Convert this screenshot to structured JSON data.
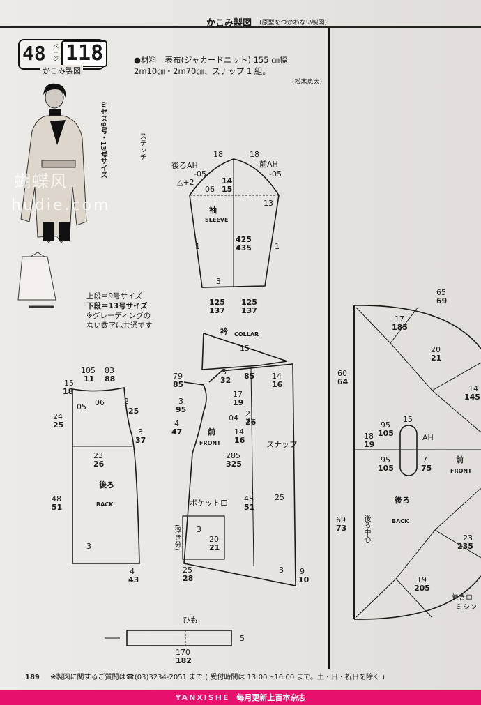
{
  "header": {
    "title": "かこみ製図",
    "subtitle": "(原型をつかわない製図)"
  },
  "badge": {
    "page_ref": "48",
    "page_unit": "ページ",
    "item_no": "118",
    "label": "かこみ製図"
  },
  "materials": {
    "line1": "●材料　表布(ジャカードニット) 155 ㎝幅",
    "line2": "2m10㎝・2m70㎝、スナップ 1 組。",
    "author": "(松木恵太)"
  },
  "size_note": "ミセス9号・13号サイズ",
  "watermark": {
    "line1": "蝴蝶风",
    "line2": "hudie.com"
  },
  "legend": {
    "upper": "上段＝9号サイズ",
    "lower": "下段＝13号サイズ",
    "note1": "※グレーディングの",
    "note2": "ない数字は共通です"
  },
  "sleeve": {
    "jp": "袖",
    "en": "SLEEVE",
    "back_ah": "後ろAH",
    "front_ah": "前AH",
    "top_left": "18",
    "top_right": "18",
    "m05a": "-05",
    "m05b": "-05",
    "plus2": "△+2",
    "d06": "06",
    "cap1": "14",
    "cap2": "15",
    "side13": "13",
    "len1": "425",
    "len2": "435",
    "side1a": "1",
    "side1b": "1",
    "hem3": "3",
    "hem_l1": "125",
    "hem_l2": "137",
    "hem_r1": "125",
    "hem_r2": "137",
    "stitch": "ステッチ"
  },
  "collar": {
    "jp": "衿",
    "en": "COLLAR",
    "w15": "15"
  },
  "back": {
    "jp": "後ろ",
    "en": "BACK",
    "nw1": "105",
    "nw2": "11",
    "nw3": "83",
    "nw4": "88",
    "n15": "15",
    "n18": "18",
    "d06": "06",
    "d05": "05",
    "s2": "2",
    "s25": "25",
    "s3": "3",
    "s37": "37",
    "arm1": "24",
    "arm2": "25",
    "w1": "23",
    "w2": "26",
    "l1": "48",
    "l2": "51",
    "hem3": "3",
    "h4": "4",
    "h43": "43"
  },
  "front": {
    "jp": "前",
    "en": "FRONT",
    "a79": "79",
    "a85": "85",
    "b3": "3",
    "b32": "32",
    "c3": "3",
    "c95": "95",
    "c4": "4",
    "c47": "47",
    "d17": "17",
    "d19": "19",
    "d85": "85",
    "d14": "14",
    "d16": "16",
    "e04": "04",
    "e2": "2",
    "e25": "25",
    "e26": "26",
    "f14": "14",
    "f16": "16",
    "snap": "スナップ",
    "g285": "285",
    "g325": "325",
    "pocket": "ポケット口",
    "float": "(浮き分)",
    "h3": "3",
    "l48": "48",
    "l51": "51",
    "r25": "25",
    "p20": "20",
    "p21": "21",
    "q25": "25",
    "q28": "28",
    "hem3": "3",
    "hem9": "9",
    "hem10": "10"
  },
  "tie": {
    "jp": "ひも",
    "w5": "5",
    "l1": "170",
    "l2": "182"
  },
  "right": {
    "top1": "65",
    "top2": "69",
    "r60": "60",
    "r64": "64",
    "r17": "17",
    "r185": "185",
    "r20": "20",
    "r21": "21",
    "r14": "14",
    "r145": "145",
    "r15": "15",
    "ah": "AH",
    "r95a": "95",
    "r105a": "105",
    "r18": "18",
    "r19": "19",
    "r95b": "95",
    "r105b": "105",
    "r7": "7",
    "r75": "75",
    "front_jp": "前",
    "front_en": "FRONT",
    "back_jp": "後ろ",
    "back_en": "BACK",
    "center": "後ろ中心",
    "r69": "69",
    "r73": "73",
    "r23": "23",
    "r235": "235",
    "r19b": "19",
    "r205": "205",
    "edge": "巻きロ",
    "edge2": "ミシン"
  },
  "footer": {
    "page": "189",
    "text": "※製図に関するご質問は☎(03)3234-2051 まで ( 受付時間は 13:00〜16:00 まで。土・日・祝日を除く )"
  },
  "bottom_bar": {
    "brand": "YANXISHE",
    "text": "每月更新上百本杂志"
  }
}
